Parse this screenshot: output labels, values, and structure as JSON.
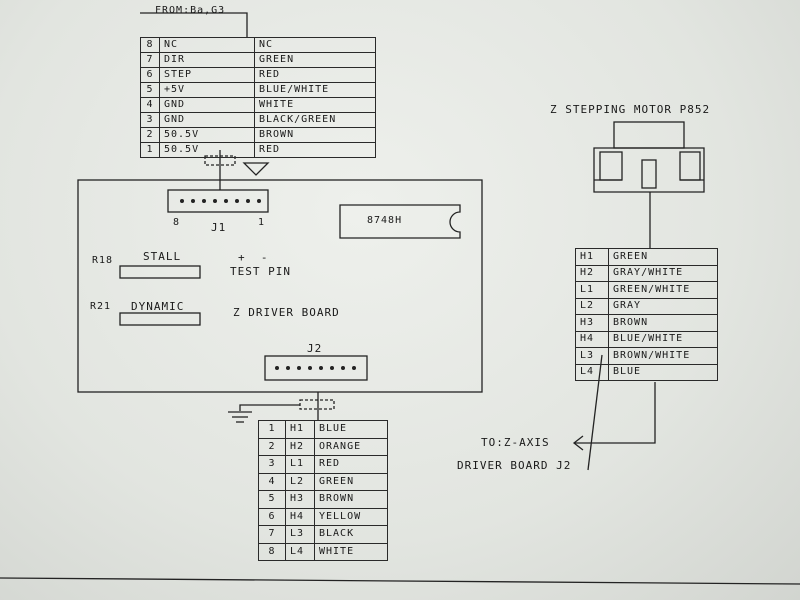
{
  "source_label": "FROM:Ba,G3",
  "header_table": {
    "rows": [
      [
        "8",
        "NC",
        "NC"
      ],
      [
        "7",
        "DIR",
        "GREEN"
      ],
      [
        "6",
        "STEP",
        "RED"
      ],
      [
        "5",
        "+5V",
        "BLUE/WHITE"
      ],
      [
        "4",
        "GND",
        "WHITE"
      ],
      [
        "3",
        "GND",
        "BLACK/GREEN"
      ],
      [
        "2",
        "50.5V",
        "BROWN"
      ],
      [
        "1",
        "50.5V",
        "RED"
      ]
    ]
  },
  "board": {
    "j1_label": "J1",
    "j1_pin_left": "8",
    "j1_pin_right": "1",
    "chip_label": "8748H",
    "r18_label": "R18",
    "stall_label": "STALL",
    "plus_minus": "+  -",
    "test_pin_label": "TEST PIN",
    "r21_label": "R21",
    "dynamic_label": "DYNAMIC",
    "board_title": "Z DRIVER BOARD",
    "j2_label": "J2"
  },
  "j2_table": {
    "rows": [
      [
        "1",
        "H1",
        "BLUE"
      ],
      [
        "2",
        "H2",
        "ORANGE"
      ],
      [
        "3",
        "L1",
        "RED"
      ],
      [
        "4",
        "L2",
        "GREEN"
      ],
      [
        "5",
        "H3",
        "BROWN"
      ],
      [
        "6",
        "H4",
        "YELLOW"
      ],
      [
        "7",
        "L3",
        "BLACK"
      ],
      [
        "8",
        "L4",
        "WHITE"
      ]
    ]
  },
  "motor": {
    "title": "Z STEPPING MOTOR P852",
    "rows": [
      [
        "H1",
        "GREEN"
      ],
      [
        "H2",
        "GRAY/WHITE"
      ],
      [
        "L1",
        "GREEN/WHITE"
      ],
      [
        "L2",
        "GRAY"
      ],
      [
        "H3",
        "BROWN"
      ],
      [
        "H4",
        "BLUE/WHITE"
      ],
      [
        "L3",
        "BROWN/WHITE"
      ],
      [
        "L4",
        "BLUE"
      ]
    ]
  },
  "to_axis_label": "TO:Z-AXIS",
  "driver_board_label": "DRIVER BOARD J2",
  "colors": {
    "ink": "#1a1a1a",
    "paper": "#e4e6e2"
  }
}
